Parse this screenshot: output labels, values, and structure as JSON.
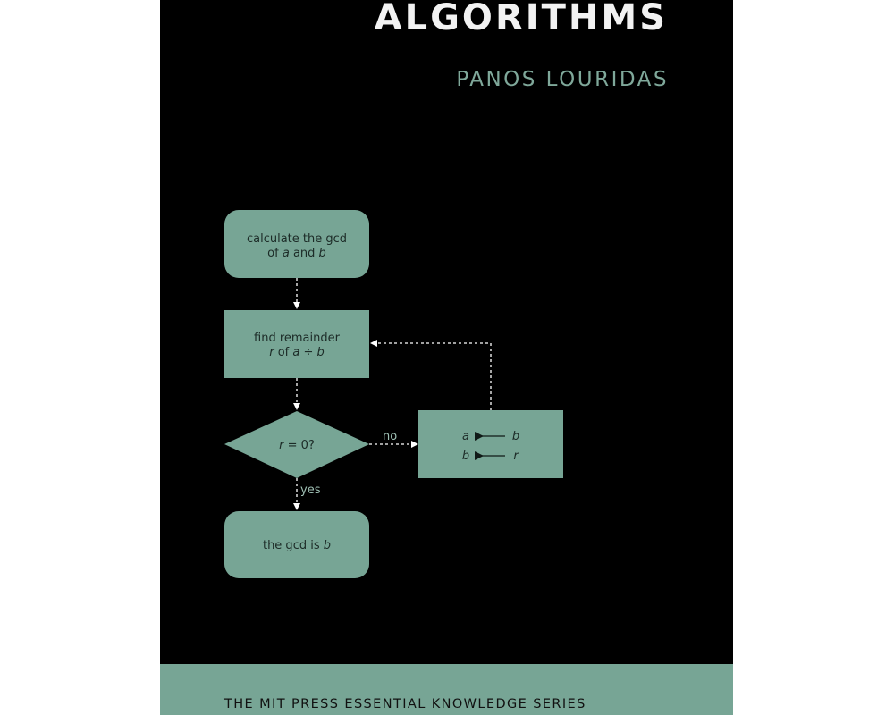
{
  "book": {
    "title": "ALGORITHMS",
    "author": "PANOS LOURIDAS",
    "series": "THE MIT PRESS ESSENTIAL KNOWLEDGE SERIES"
  },
  "flowchart": {
    "start": {
      "line1": "calculate the gcd",
      "line2_pre": "of ",
      "line2_a": "a",
      "line2_mid": " and ",
      "line2_b": "b"
    },
    "process": {
      "line1": "find remainder",
      "r": "r",
      "line2_of": " of ",
      "a": "a",
      "op": " ÷ ",
      "b": "b"
    },
    "decision": {
      "var": "r",
      "rest": " = 0?"
    },
    "update": {
      "row1_left": "a",
      "row1_right": "b",
      "row2_left": "b",
      "row2_right": "r"
    },
    "end": {
      "pre": "the gcd is ",
      "b": "b"
    },
    "edge_no": "no",
    "edge_yes": "yes"
  },
  "colors": {
    "cover": "#000000",
    "accent": "#77a595",
    "author": "#7fa89a",
    "title": "#f2f2f2"
  }
}
